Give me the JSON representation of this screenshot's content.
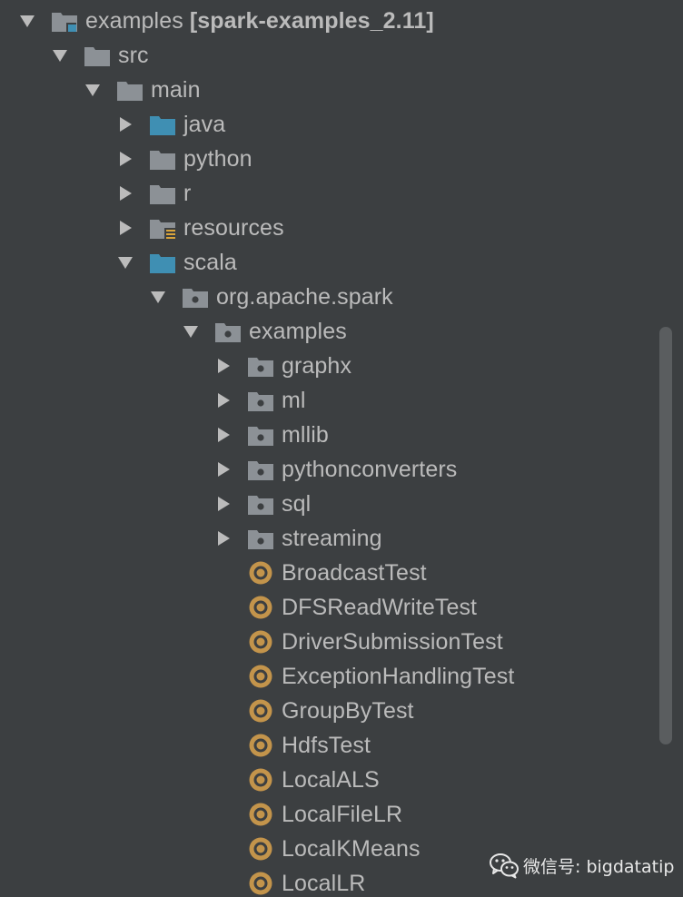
{
  "tree": {
    "rows": [
      {
        "name": "examples",
        "module": "[spark-examples_2.11]",
        "depth": 0,
        "arrow": "expanded",
        "icon": "module-folder-icon"
      },
      {
        "name": "src",
        "depth": 1,
        "arrow": "expanded",
        "icon": "folder-icon"
      },
      {
        "name": "main",
        "depth": 2,
        "arrow": "expanded",
        "icon": "folder-icon"
      },
      {
        "name": "java",
        "depth": 3,
        "arrow": "collapsed",
        "icon": "source-folder-icon"
      },
      {
        "name": "python",
        "depth": 3,
        "arrow": "collapsed",
        "icon": "folder-icon"
      },
      {
        "name": "r",
        "depth": 3,
        "arrow": "collapsed",
        "icon": "folder-icon"
      },
      {
        "name": "resources",
        "depth": 3,
        "arrow": "collapsed",
        "icon": "resources-folder-icon"
      },
      {
        "name": "scala",
        "depth": 3,
        "arrow": "expanded",
        "icon": "source-folder-icon"
      },
      {
        "name": "org.apache.spark",
        "depth": 4,
        "arrow": "expanded",
        "icon": "package-icon"
      },
      {
        "name": "examples",
        "depth": 5,
        "arrow": "expanded",
        "icon": "package-icon"
      },
      {
        "name": "graphx",
        "depth": 6,
        "arrow": "collapsed",
        "icon": "package-icon"
      },
      {
        "name": "ml",
        "depth": 6,
        "arrow": "collapsed",
        "icon": "package-icon"
      },
      {
        "name": "mllib",
        "depth": 6,
        "arrow": "collapsed",
        "icon": "package-icon"
      },
      {
        "name": "pythonconverters",
        "depth": 6,
        "arrow": "collapsed",
        "icon": "package-icon"
      },
      {
        "name": "sql",
        "depth": 6,
        "arrow": "collapsed",
        "icon": "package-icon"
      },
      {
        "name": "streaming",
        "depth": 6,
        "arrow": "collapsed",
        "icon": "package-icon"
      },
      {
        "name": "BroadcastTest",
        "depth": 6,
        "arrow": "none",
        "icon": "scala-object-icon"
      },
      {
        "name": "DFSReadWriteTest",
        "depth": 6,
        "arrow": "none",
        "icon": "scala-object-icon"
      },
      {
        "name": "DriverSubmissionTest",
        "depth": 6,
        "arrow": "none",
        "icon": "scala-object-icon"
      },
      {
        "name": "ExceptionHandlingTest",
        "depth": 6,
        "arrow": "none",
        "icon": "scala-object-icon"
      },
      {
        "name": "GroupByTest",
        "depth": 6,
        "arrow": "none",
        "icon": "scala-object-icon"
      },
      {
        "name": "HdfsTest",
        "depth": 6,
        "arrow": "none",
        "icon": "scala-object-icon"
      },
      {
        "name": "LocalALS",
        "depth": 6,
        "arrow": "none",
        "icon": "scala-object-icon"
      },
      {
        "name": "LocalFileLR",
        "depth": 6,
        "arrow": "none",
        "icon": "scala-object-icon"
      },
      {
        "name": "LocalKMeans",
        "depth": 6,
        "arrow": "none",
        "icon": "scala-object-icon"
      },
      {
        "name": "LocalLR",
        "depth": 6,
        "arrow": "none",
        "icon": "scala-object-icon"
      }
    ]
  },
  "watermark": {
    "text": "微信号: bigdatatip",
    "icon": "wechat-icon"
  },
  "colors": {
    "background": "#3c3f41",
    "text": "#bbbbbb",
    "folder": "#8c9196",
    "source_folder": "#3f8fb3",
    "scala_object": "#c3944b",
    "scrollbar": "#5a5d5f"
  }
}
